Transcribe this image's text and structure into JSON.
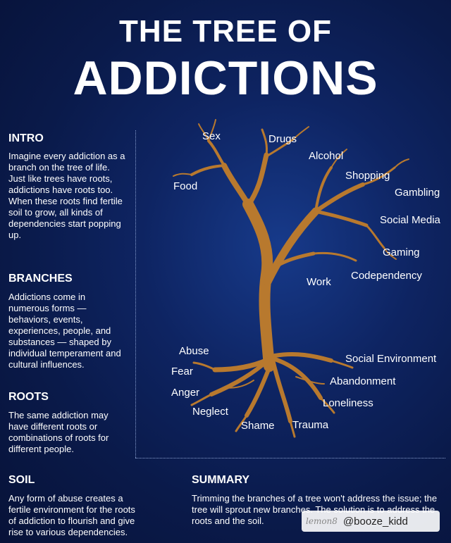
{
  "title": {
    "line1": "THE TREE OF",
    "line2": "ADDICTIONS"
  },
  "sections": {
    "intro": {
      "heading": "INTRO",
      "body": "Imagine every addiction as a branch on the tree of life. Just like trees have roots, addictions have roots too. When these roots find fertile soil to grow, all kinds of dependencies start popping up."
    },
    "branches": {
      "heading": "BRANCHES",
      "body": "Addictions come in numerous forms — behaviors, events, experiences, people, and substances — shaped by individual temperament and cultural influences."
    },
    "roots": {
      "heading": "ROOTS",
      "body": "The same addiction may have different roots or combinations of roots for different people."
    },
    "soil": {
      "heading": "SOIL",
      "body": "Any form of abuse creates a fertile environment for the roots of addiction to flourish and give rise to various dependencies."
    },
    "summary": {
      "heading": "SUMMARY",
      "body": "Trimming the branches of a tree won't address the issue; the tree will sprout new branches. The solution is to address the roots and the soil."
    }
  },
  "branch_labels": [
    "Sex",
    "Drugs",
    "Alcohol",
    "Food",
    "Shopping",
    "Gambling",
    "Social Media",
    "Gaming",
    "Codependency",
    "Work"
  ],
  "root_labels": [
    "Abuse",
    "Fear",
    "Anger",
    "Neglect",
    "Shame",
    "Trauma",
    "Loneliness",
    "Abandonment",
    "Social Environment"
  ],
  "watermark": {
    "logo": "lemon8",
    "handle": "@booze_kidd"
  },
  "colors": {
    "tree": "#b8792e",
    "background": "#0c1f55",
    "text": "#ffffff"
  }
}
